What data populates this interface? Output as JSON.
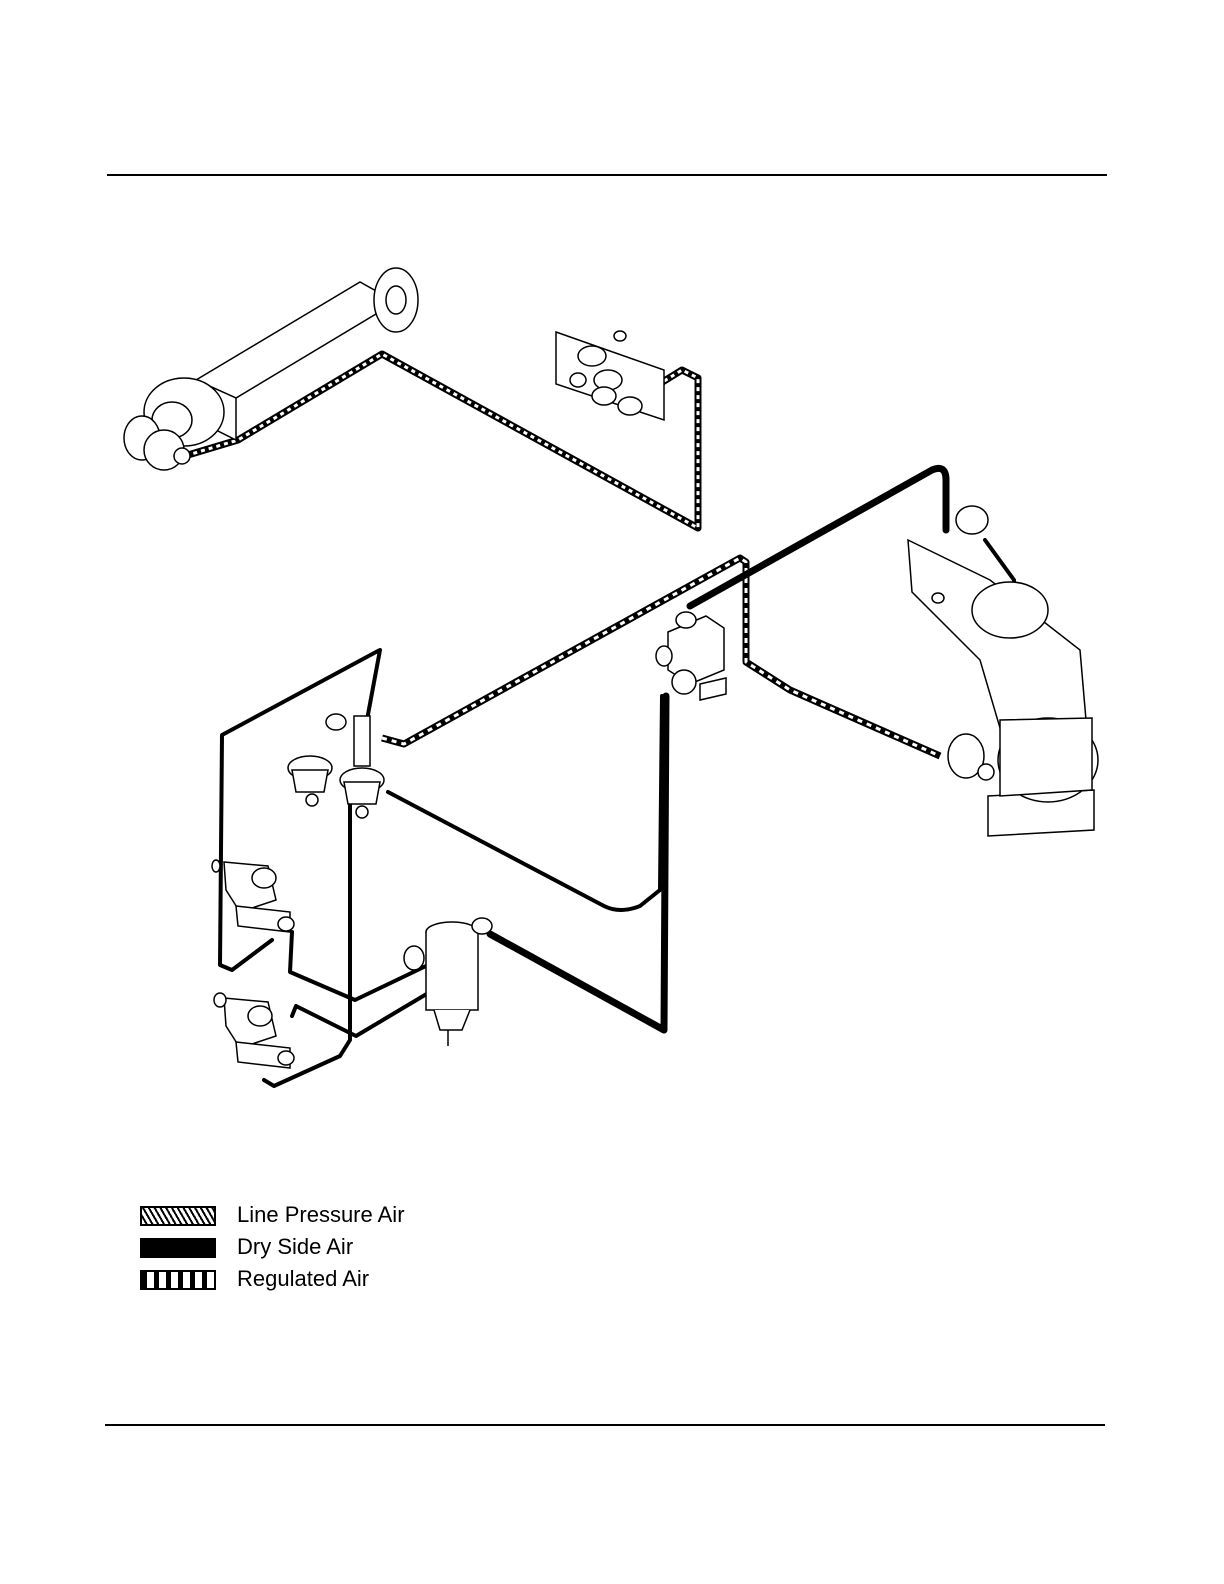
{
  "legend": {
    "items": [
      {
        "label": "Line Pressure Air",
        "pattern": "diagonal-hatch"
      },
      {
        "label": "Dry Side Air",
        "pattern": "solid-black"
      },
      {
        "label": "Regulated Air",
        "pattern": "vertical-bars"
      }
    ]
  },
  "colors": {
    "line": "#000000",
    "fill": "#ffffff",
    "hatch": "#000000"
  }
}
